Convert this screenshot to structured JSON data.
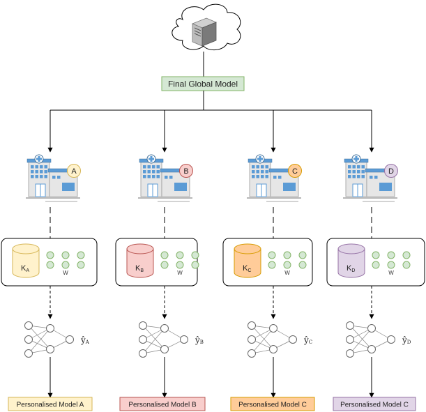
{
  "global": {
    "server_icon": "server-icon",
    "cloud_icon": "cloud-icon",
    "label": "Final Global Model"
  },
  "sites": [
    {
      "letter": "A",
      "key_main": "K",
      "key_sub": "A",
      "w_label": "W",
      "yhat_sub": "A",
      "model_label": "Personalised Model A",
      "fill": "#fff2cc",
      "stroke": "#d6b656"
    },
    {
      "letter": "B",
      "key_main": "K",
      "key_sub": "B",
      "w_label": "W",
      "yhat_sub": "B",
      "model_label": "Personalised Model B",
      "fill": "#f8cecc",
      "stroke": "#b85450"
    },
    {
      "letter": "C",
      "key_main": "K",
      "key_sub": "C",
      "w_label": "W",
      "yhat_sub": "C",
      "model_label": "Personalised Model C",
      "fill": "#ffcc99",
      "stroke": "#d79b00"
    },
    {
      "letter": "D",
      "key_main": "K",
      "key_sub": "D",
      "w_label": "W",
      "yhat_sub": "D",
      "model_label": "Personalised Model C",
      "fill": "#e1d5e7",
      "stroke": "#9673a6"
    }
  ],
  "yhat_symbol": "ŷ",
  "colors": {
    "global_box_fill": "#d5e8d4",
    "global_box_stroke": "#82b366",
    "weight_node_fill": "#d5e8d4",
    "weight_node_stroke": "#82b366",
    "line": "#000000"
  }
}
